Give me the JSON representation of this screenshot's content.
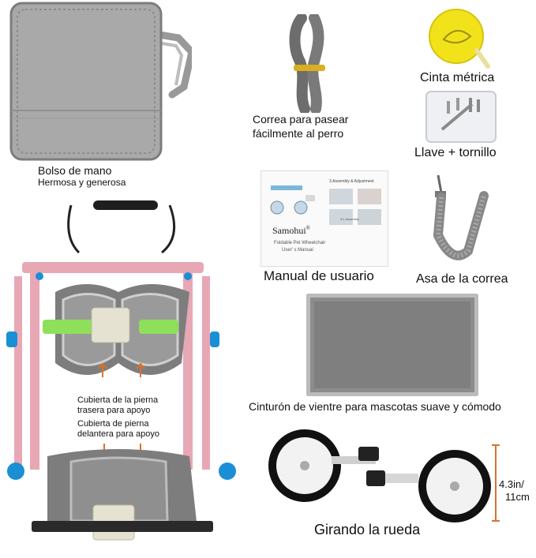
{
  "labels": {
    "bag_title": "Bolso de mano",
    "bag_subtitle": "Hermosa y generosa",
    "leash": "Correa para pasear\nfácilmente al perro",
    "leash_line1": "Correa para pasear",
    "leash_line2": "fácilmente al perro",
    "tape": "Cinta métrica",
    "wrench": "Llave + tornillo",
    "manual": "Manual de usuario",
    "strap_handle": "Asa de la correa",
    "rear_cover_line1": "Cubierta de la pierna",
    "rear_cover_line2": "trasera para apoyo",
    "front_cover_line1": "Cubierta de pierna",
    "front_cover_line2": "delantera para apoyo",
    "belly_belt": "Cinturón de vientre para mascotas suave y cómodo",
    "wheel": "Girando la rueda",
    "wheel_size_1": "4.3in/",
    "wheel_size_2": "11cm"
  },
  "manual_cover": {
    "brand": "Samohui",
    "registered": "®",
    "title_line1": "Foldable Pet Wheelchair",
    "title_line2": "User' s Manual",
    "section": "3.Assembly & Adjustment",
    "step": "3.1 Assembly"
  },
  "colors": {
    "bag": "#a9a9a9",
    "frame": "#e8a7b4",
    "harness": "#7d7d7d",
    "green": "#8ee05a",
    "blue": "#1a8fd6",
    "arrow": "#d9732a",
    "tape_yellow": "#f1e21a"
  }
}
